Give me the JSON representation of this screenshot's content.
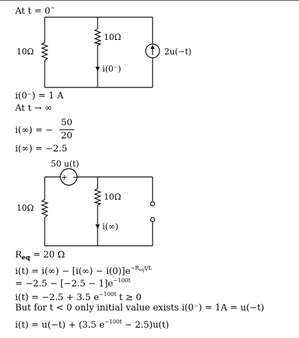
{
  "heading_t0": "At t = 0",
  "heading_t0_sup": "−",
  "circuit1": {
    "r_left": "10Ω",
    "r_mid": "10Ω",
    "current": "i(0⁻)",
    "source": "2u(−t)"
  },
  "eq1": "i(0⁻) = 1 A",
  "heading_tinf": "At t → ∞",
  "eq2_lhs": "i(∞) = −",
  "eq2_num": "50",
  "eq2_den": "20",
  "eq3": "i(∞) = −2.5",
  "circuit2": {
    "source": "50 u(t)",
    "r_left": "10Ω",
    "r_mid": "10Ω",
    "current": "i(∞)"
  },
  "req": {
    "r": "R",
    "sub": "eq",
    "rest": " = 20 Ω"
  },
  "eq4": "i(t) = i(∞) − [i(∞) − i(0)]e",
  "eq4_sup": "−R",
  "eq4_sup2": "eq",
  "eq4_sup3": "t/L",
  "eq5": "= −2.5 − [−2.5 − 1]e",
  "eq5_sup": "−100t",
  "eq6": "i(t) = −2.5 + 3.5 e",
  "eq6_sup": "−100t",
  "eq6_tail": "  t ≥ 0",
  "eq7": "But for t < 0 only initial value exists i(0⁻) = 1A = u(−t)",
  "eq8": "i(t) = u(−t) + (3.5 e",
  "eq8_sup": "−100t",
  "eq8_tail": " − 2.5)u(t)"
}
